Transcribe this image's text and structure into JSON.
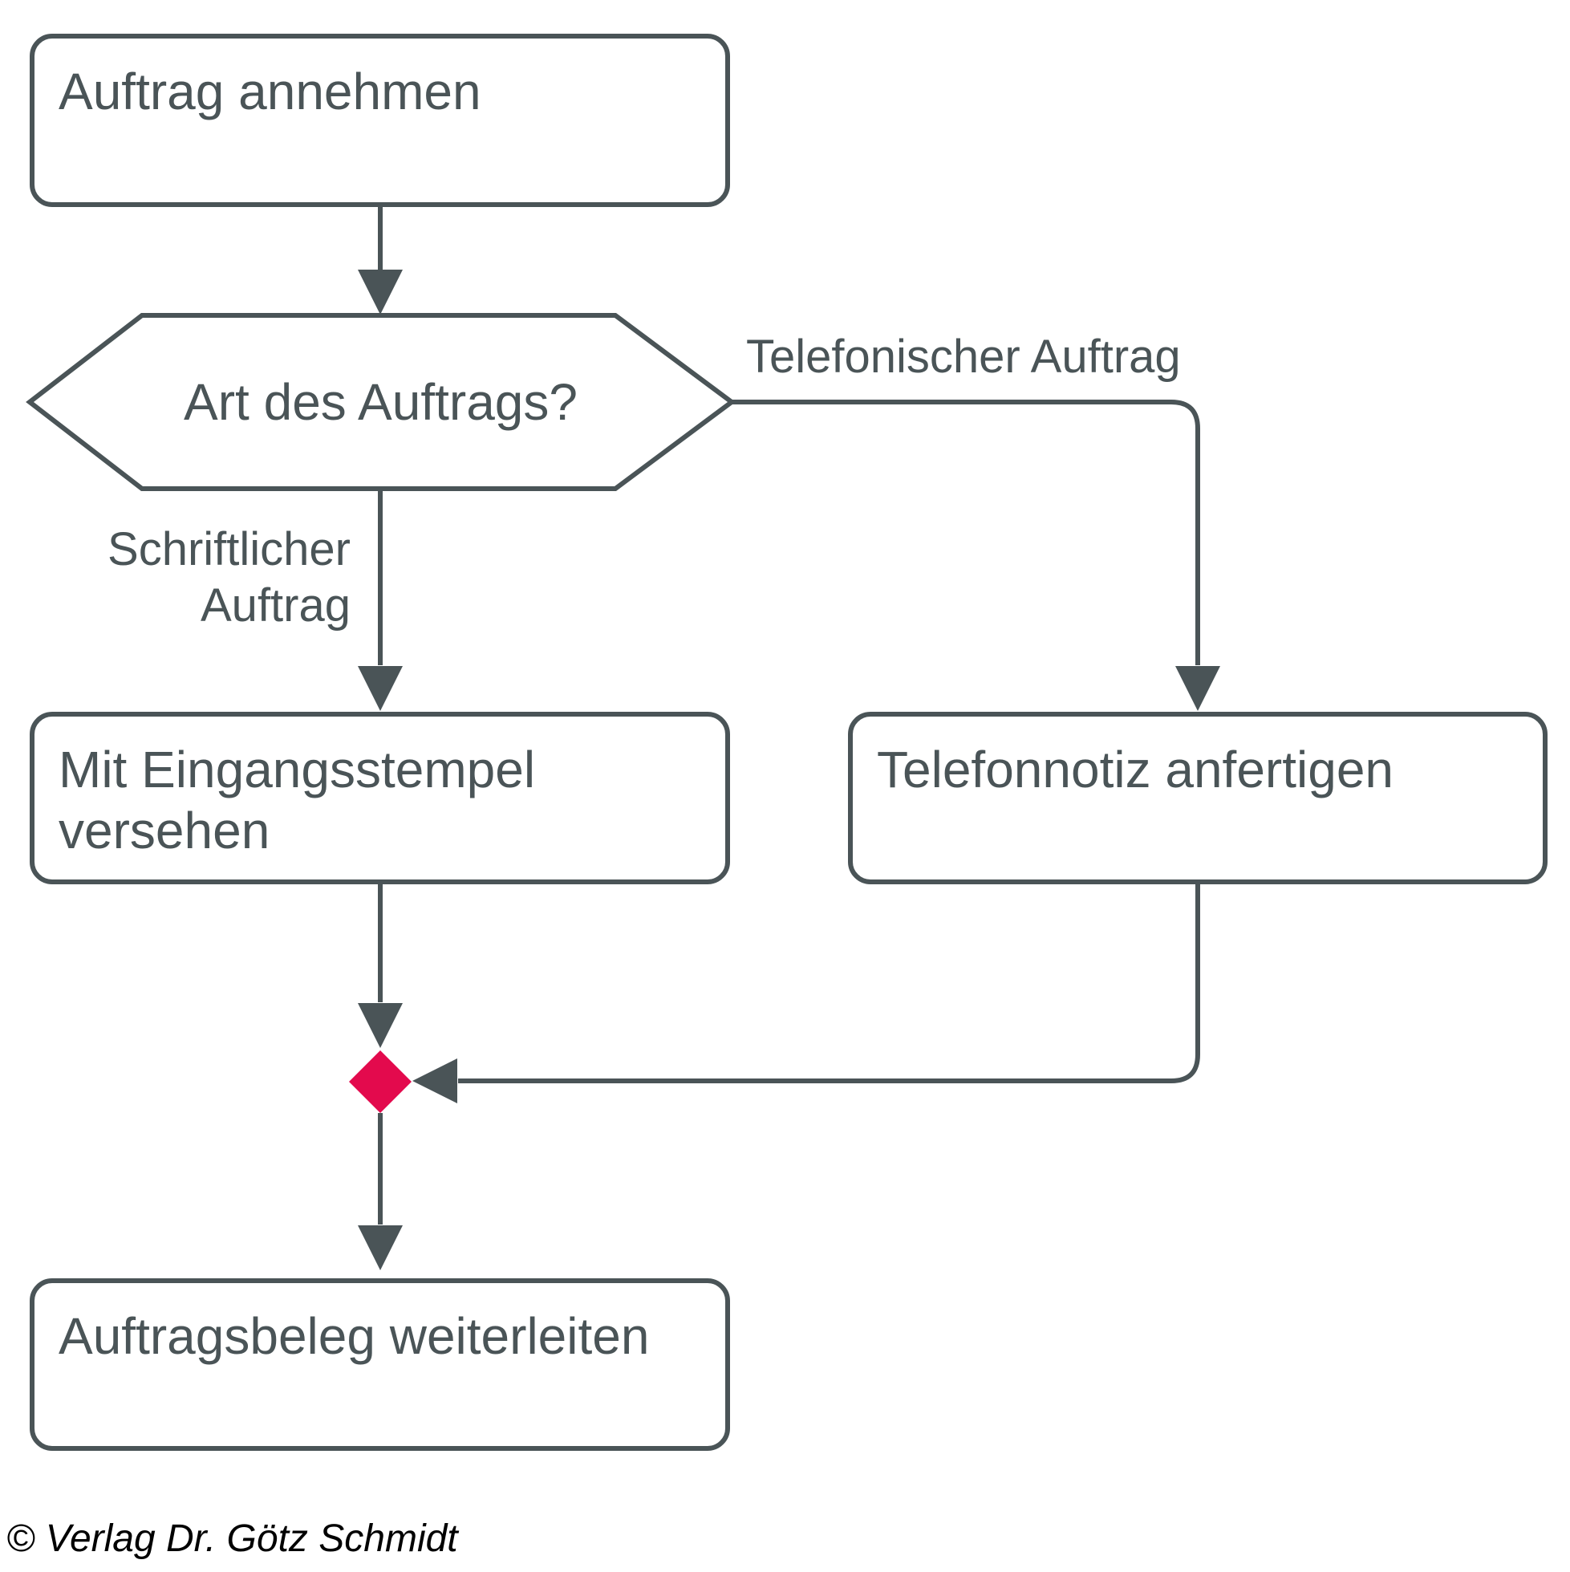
{
  "diagram": {
    "type": "flowchart",
    "nodes": {
      "accept": {
        "label": "Auftrag annehmen",
        "shape": "rounded-rect"
      },
      "decision": {
        "label": "Art des Auftrags?",
        "shape": "hexagon"
      },
      "stamp": {
        "label": "Mit Eingangsstempel versehen",
        "shape": "rounded-rect"
      },
      "phone_note": {
        "label": "Telefonnotiz anfertigen",
        "shape": "rounded-rect"
      },
      "merge": {
        "label": "",
        "shape": "diamond-connector"
      },
      "forward": {
        "label": "Auftragsbeleg weiterleiten",
        "shape": "rounded-rect"
      }
    },
    "edge_labels": {
      "written": "Schriftlicher\nAuftrag",
      "phone": "Telefonischer Auftrag"
    },
    "edges": [
      {
        "from": "accept",
        "to": "decision",
        "label": ""
      },
      {
        "from": "decision",
        "to": "stamp",
        "label": "Schriftlicher Auftrag"
      },
      {
        "from": "decision",
        "to": "phone_note",
        "label": "Telefonischer Auftrag"
      },
      {
        "from": "stamp",
        "to": "merge",
        "label": ""
      },
      {
        "from": "phone_note",
        "to": "merge",
        "label": ""
      },
      {
        "from": "merge",
        "to": "forward",
        "label": ""
      }
    ],
    "colors": {
      "stroke": "#4a5457",
      "node_fill": "#ffffff",
      "merge_connector_fill": "#e30a4d",
      "background": "#ffffff",
      "footer_text": "#000000"
    },
    "footer": {
      "copyright": "© Verlag Dr. Götz Schmidt"
    }
  }
}
